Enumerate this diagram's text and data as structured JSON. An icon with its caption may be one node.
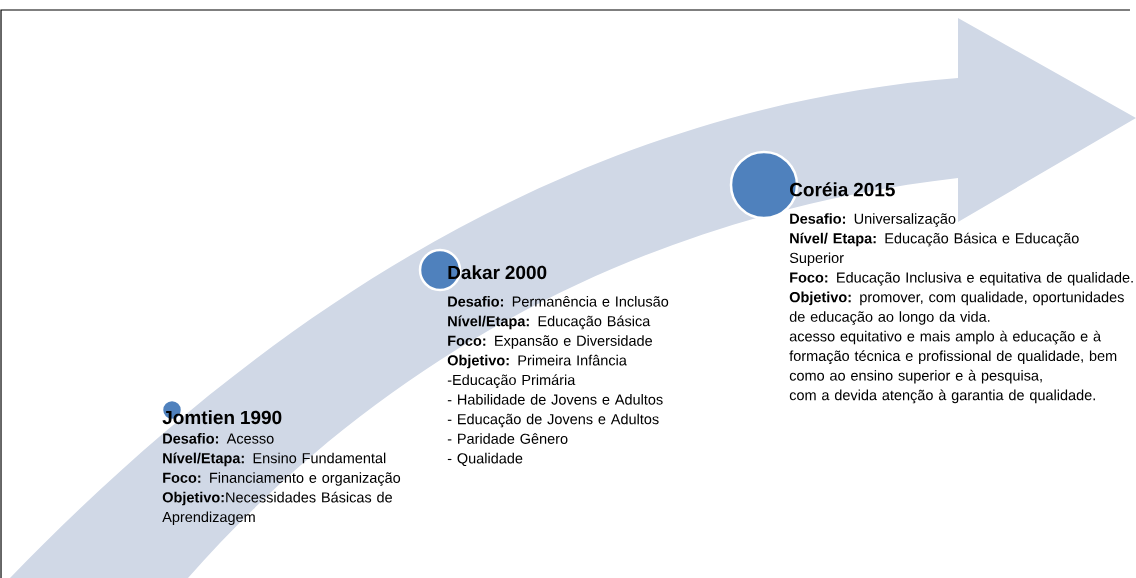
{
  "diagram": {
    "nodes": [
      {
        "text": [],
        "shape": "circle",
        "beside": [
          "Jomtien 1990",
          "**Desafio:** Acesso",
          "**Nível/Etapa:** Ensino Fundamental",
          "**Foco:** Financiamento e organização",
          "**Objetivo:**Necessidades Básicas de Aprendizagem"
        ]
      },
      {
        "text": [],
        "shape": "circle",
        "beside": [
          "Dakar  2000",
          "**Desafio:** Permanência e Inclusão",
          "**Nível/Etapa:** Educação Básica",
          "**Foco:** Expansão e Diversidade",
          "**Objetivo:** Primeira Infância",
          "-Educação Primária",
          "- Habilidade de Jovens e Adultos",
          "- Educação de Jovens e Adultos",
          "- Paridade Gênero",
          "- Qualidade"
        ]
      },
      {
        "text": [],
        "shape": "circle",
        "beside": [
          "Coréia 2015",
          "**Desafio:** Universalização",
          "**Nível/ Etapa:** Educação Básica  e Educação Superior",
          "**Foco:** Educação Inclusiva e equitativa de qualidade.",
          "**Objetivo:** promover, com qualidade, oportunidades de educação ao longo da vida.",
          "acesso equitativo e mais amplo à educação e à formação técnica e profissional de qualidade, bem como ao ensino superior e à pesquisa,",
          "com a devida atenção à garantia de qualidade."
        ]
      }
    ]
  }
}
